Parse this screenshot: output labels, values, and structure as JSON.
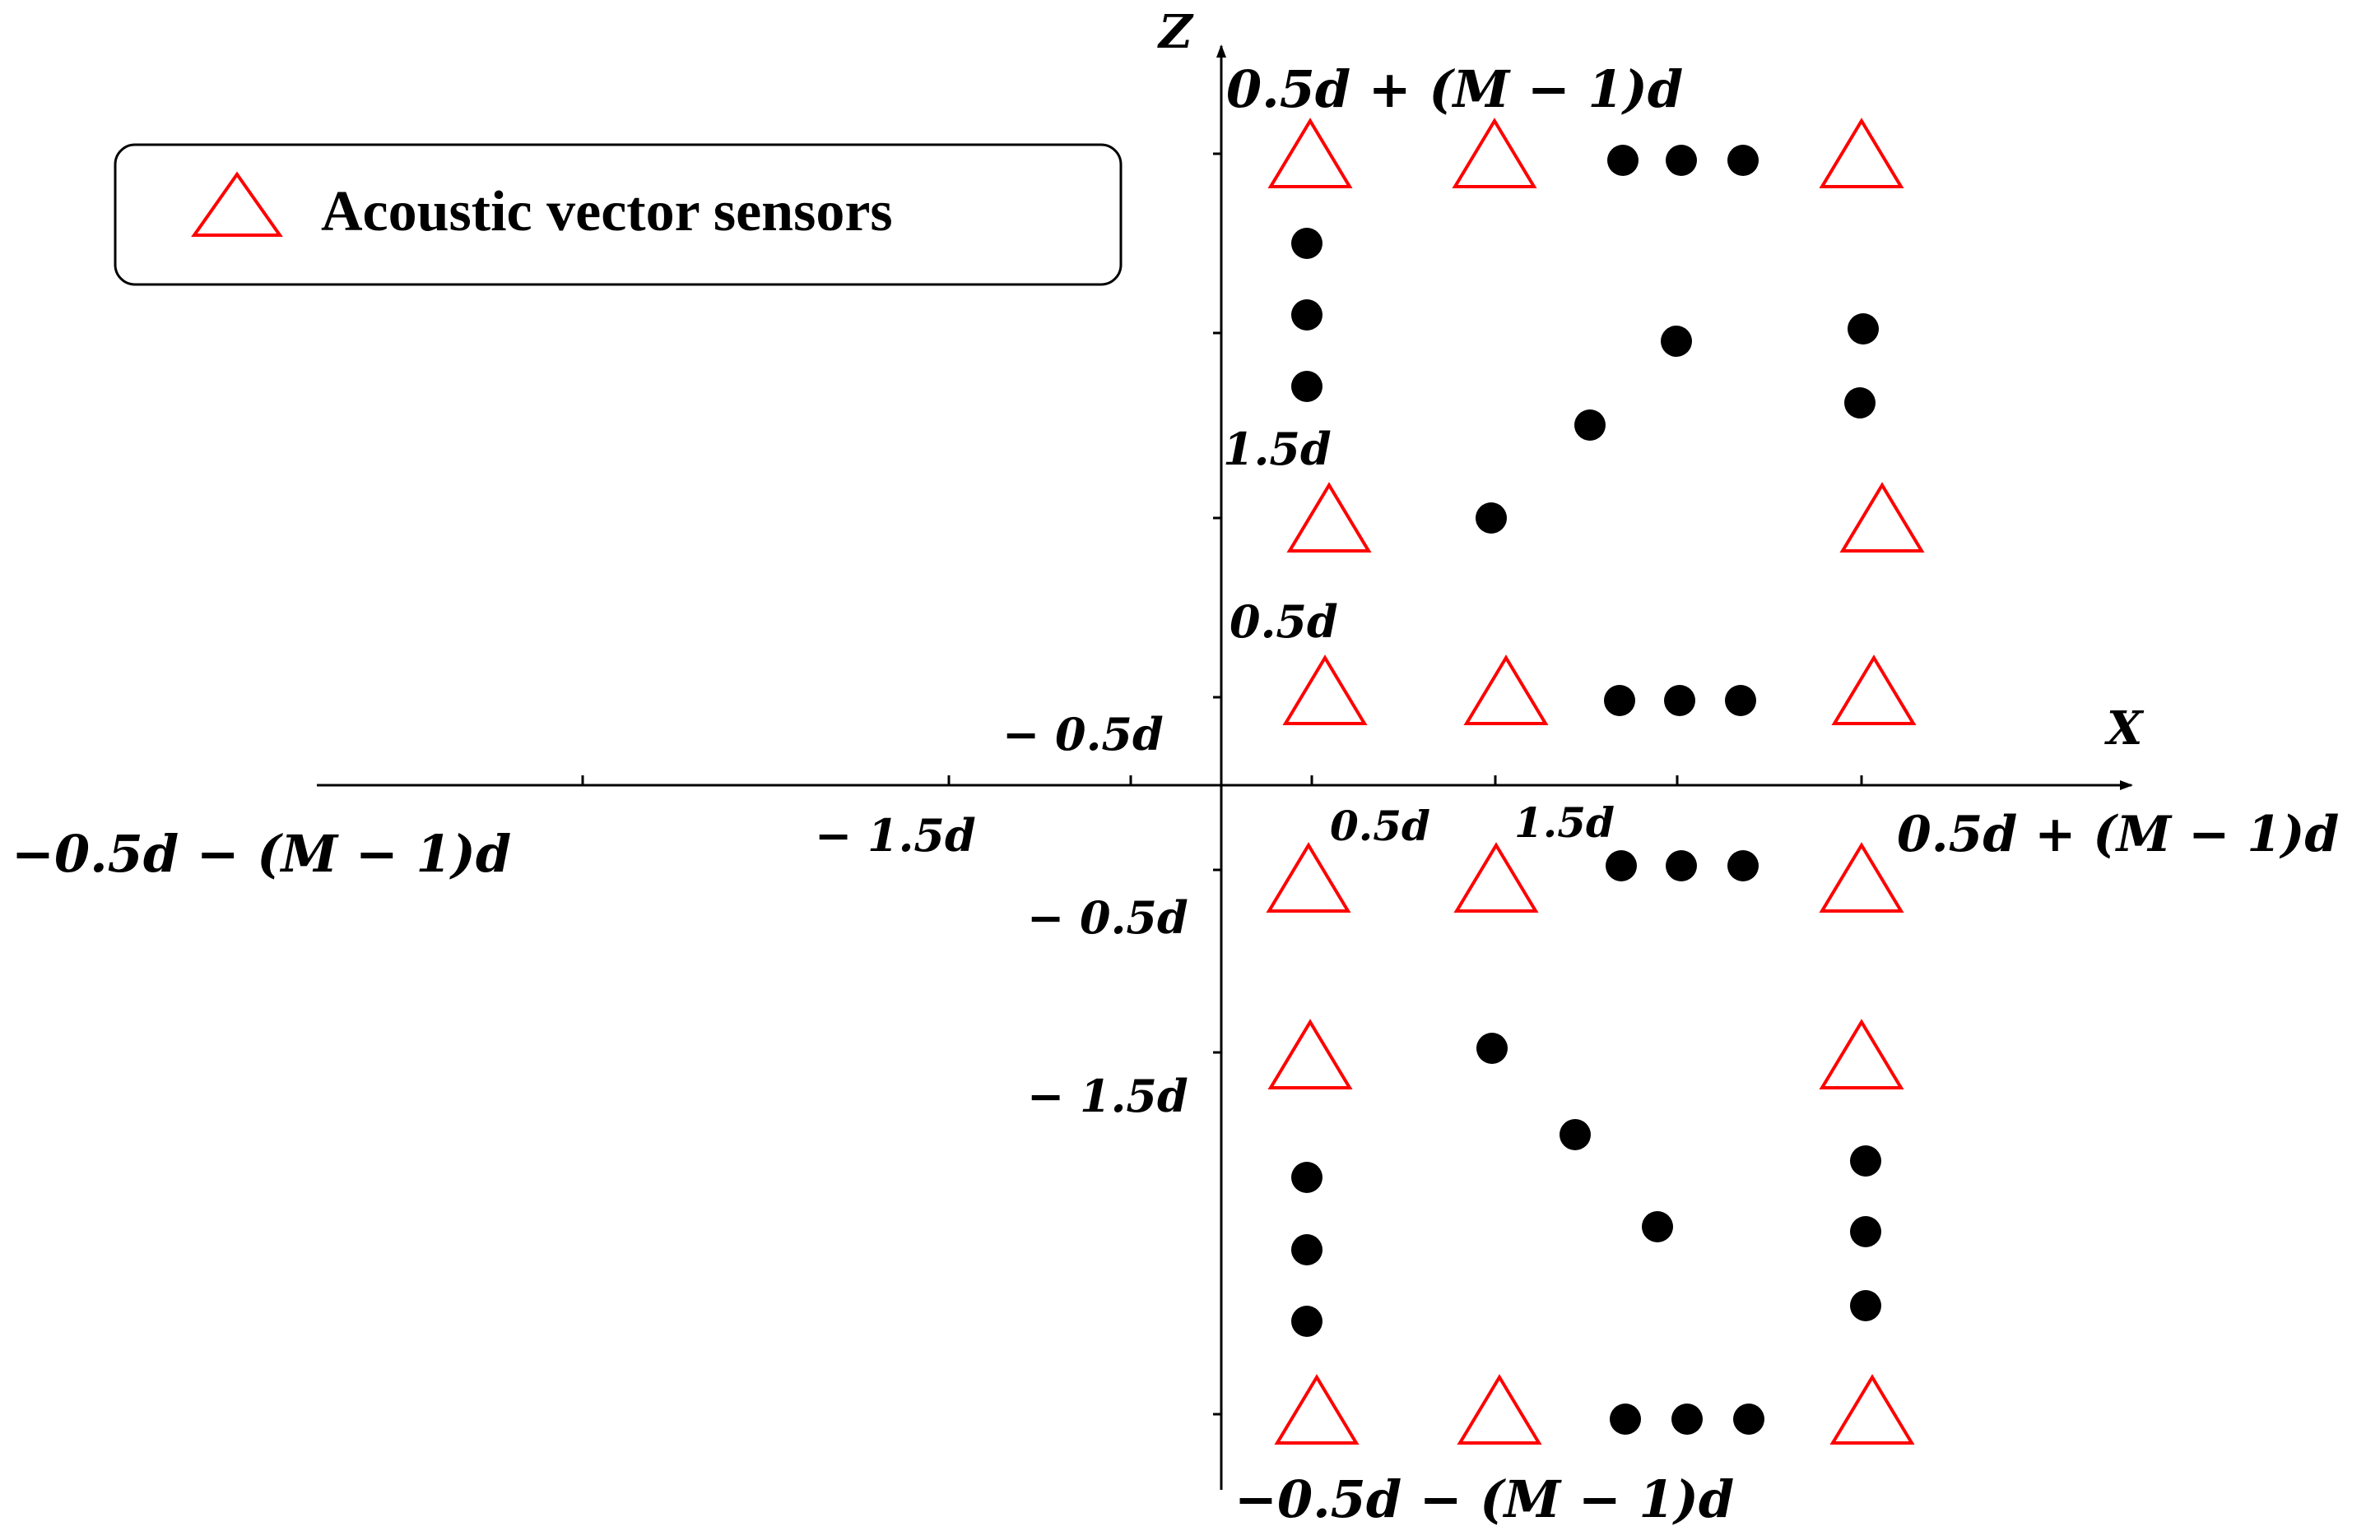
{
  "axes": {
    "x_label": "X",
    "z_label": "Z"
  },
  "legend": {
    "sensor_label": "Acoustic vector sensors",
    "sensor_color": "#ff0000"
  },
  "x_ticks": {
    "pos_half": "0.5d",
    "pos_one_half": "1.5d",
    "pos_max": "0.5d + (M − 1)d",
    "neg_one_half": "− 1.5d",
    "neg_max": "−0.5d − (M − 1)d"
  },
  "z_ticks": {
    "pos_max": "0.5d + (M − 1)d",
    "pos_one_half": "1.5d",
    "pos_half": "0.5d",
    "neg_half_upper": "− 0.5d",
    "neg_half_lower": "− 0.5d",
    "neg_one_half": "− 1.5d",
    "neg_max": "−0.5d − (M − 1)d"
  },
  "colors": {
    "axis": "#000000",
    "sensor": "#ff0000",
    "dot": "#000000"
  }
}
